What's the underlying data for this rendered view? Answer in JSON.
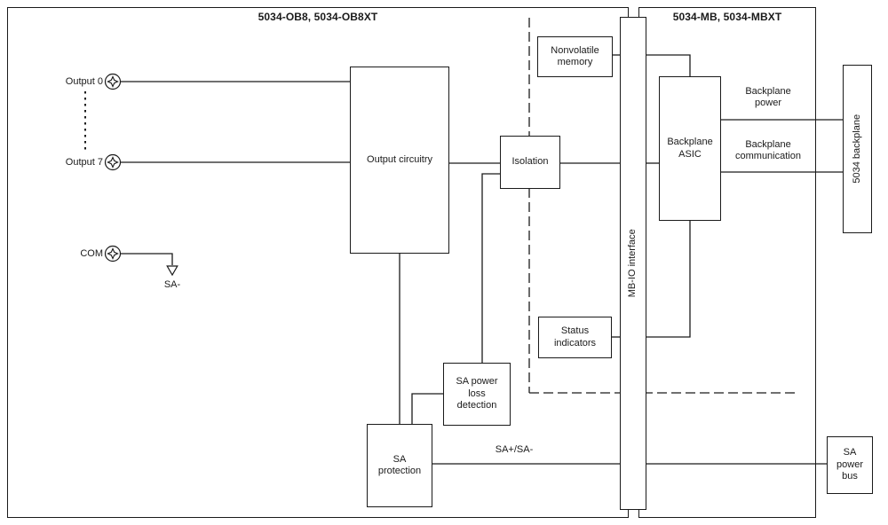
{
  "modules": {
    "io_module": {
      "title": "5034-OB8, 5034-OB8XT"
    },
    "base_module": {
      "title": "5034-MB, 5034-MBXT"
    }
  },
  "terminals": {
    "output0": "Output 0",
    "output7": "Output 7",
    "com": "COM"
  },
  "blocks": {
    "output_circuitry": "Output circuitry",
    "isolation": "Isolation",
    "nonvolatile_memory": "Nonvolatile memory",
    "mb_io_interface": "MB-IO interface",
    "backplane_asic": "Backplane ASIC",
    "status_indicators": "Status indicators",
    "sa_power_loss_detection": "SA power loss detection",
    "sa_protection": "SA protection",
    "backplane": "5034 backplane",
    "sa_power_bus": "SA power bus"
  },
  "wire_labels": {
    "sa_minus": "SA-",
    "sa_bus": "SA+/SA-",
    "backplane_power": "Backplane power",
    "backplane_communication": "Backplane communication"
  },
  "colors": {
    "line": "#1a1a1a",
    "background": "#ffffff"
  }
}
